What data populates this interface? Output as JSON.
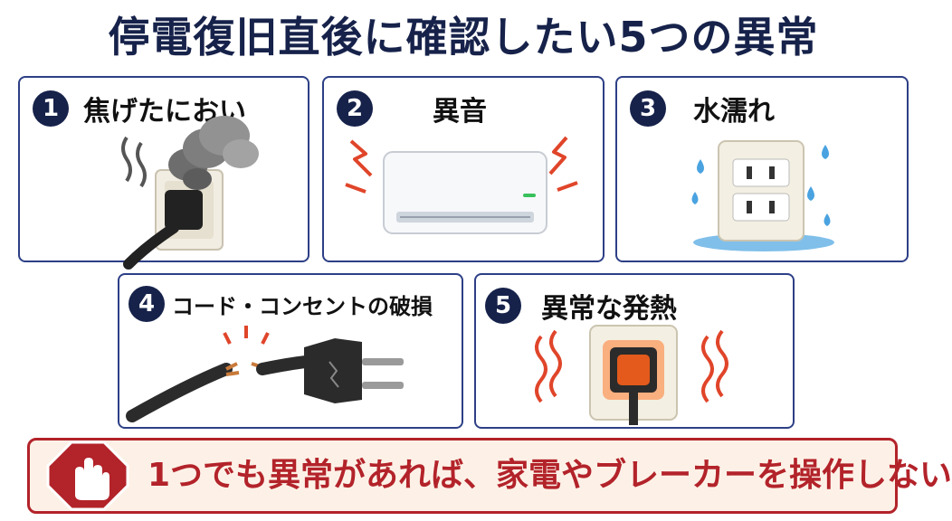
{
  "title": "停電復旧直後に確認したい5つの異常",
  "cards": [
    {
      "num": "1",
      "label": "焦げたにおい"
    },
    {
      "num": "2",
      "label": "異音"
    },
    {
      "num": "3",
      "label": "水濡れ"
    },
    {
      "num": "4",
      "label": "コード・コンセントの破損"
    },
    {
      "num": "5",
      "label": "異常な発熱"
    }
  ],
  "warning": {
    "text": "1つでも異常があれば、家電やブレーカーを操作しない"
  },
  "colors": {
    "navy": "#16224a",
    "border": "#2d3f86",
    "warning_red": "#b3232a",
    "warning_bg": "#fdf1e7"
  },
  "icons": [
    "smoke-icon",
    "air-conditioner-icon",
    "wet-outlet-icon",
    "broken-cord-icon",
    "hot-outlet-icon",
    "stop-hand-icon"
  ]
}
